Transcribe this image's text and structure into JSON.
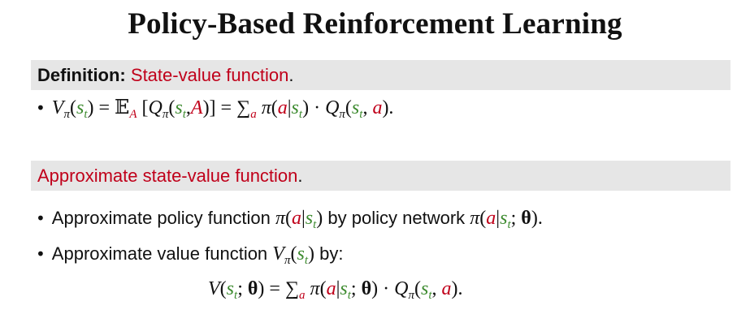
{
  "title": "Policy-Based Reinforcement Learning",
  "definition": {
    "label": "Definition:",
    "term": "State-value function",
    "period": "."
  },
  "equation1": {
    "V": "V",
    "pi": "π",
    "lp": "(",
    "s": "s",
    "t": "t",
    "rp": ")",
    "eq": " = ",
    "E": "𝔼",
    "A": "A",
    "lb": " [",
    "Q": "Q",
    "comma": ",",
    "rb": ")]",
    "sum": "∑",
    "a": "a",
    "bar": "|",
    "dot": " · ",
    "end": ")."
  },
  "approx": {
    "heading": "Approximate state-value function",
    "period": "."
  },
  "bullet_policy": {
    "text1": "Approximate policy function ",
    "text2": " by policy network ",
    "theta": "θ",
    "semi": "; ",
    "end": ")."
  },
  "bullet_value": {
    "text1": "Approximate value function ",
    "text2": " by:"
  },
  "bullet_symbol": "•"
}
